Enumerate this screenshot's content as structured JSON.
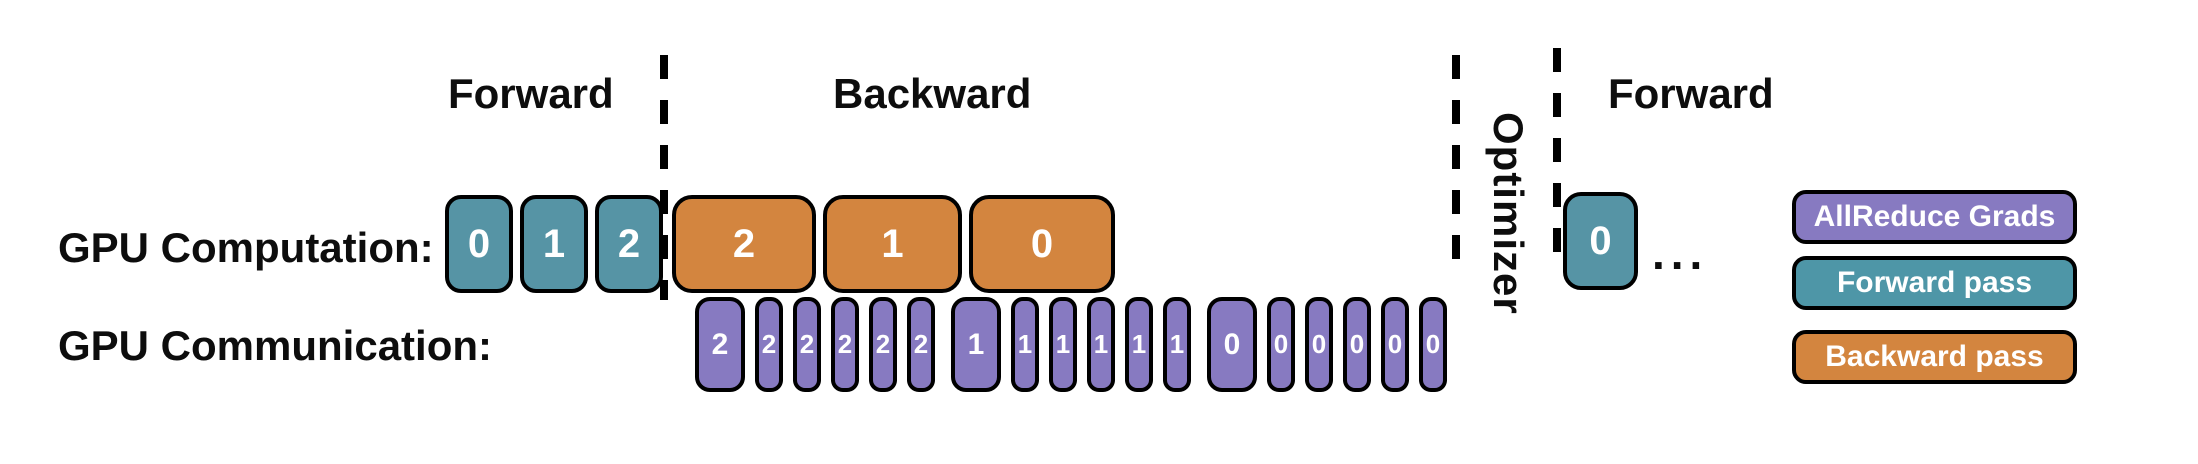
{
  "phases": {
    "forward1": "Forward",
    "backward": "Backward",
    "optimizer": "Optimizer",
    "forward2": "Forward"
  },
  "row_labels": {
    "computation": "GPU Computation:",
    "communication": "GPU Communication:"
  },
  "computation": {
    "forward_blocks": [
      "0",
      "1",
      "2"
    ],
    "backward_blocks": [
      "2",
      "1",
      "0"
    ],
    "next_iteration_block": "0",
    "ellipsis": "..."
  },
  "communication": {
    "allreduce_groups": [
      {
        "blocks": [
          "2",
          "2",
          "2",
          "2",
          "2",
          "2"
        ]
      },
      {
        "blocks": [
          "1",
          "1",
          "1",
          "1",
          "1",
          "1"
        ]
      },
      {
        "blocks": [
          "0",
          "0",
          "0",
          "0",
          "0",
          "0"
        ]
      }
    ]
  },
  "legend": [
    {
      "label": "AllReduce Grads",
      "color": "#877AC1"
    },
    {
      "label": "Forward pass",
      "color": "#4E96A7"
    },
    {
      "label": "Backward pass",
      "color": "#D3853F"
    }
  ],
  "colors": {
    "forward_pass": "#5694A5",
    "backward_pass": "#D3853F",
    "allreduce": "#877AC1",
    "outline": "#000000",
    "text": "#0d0d0d",
    "box_text": "#ffffff"
  }
}
